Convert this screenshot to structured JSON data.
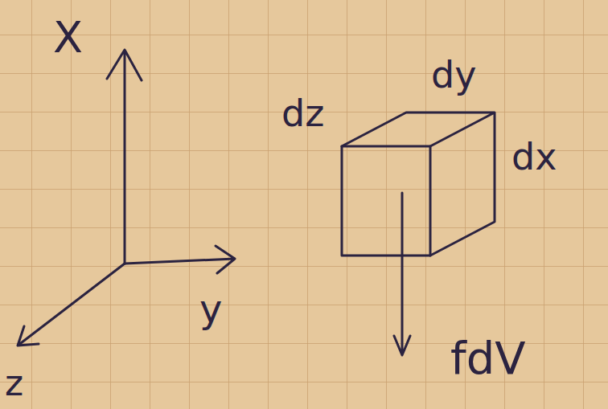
{
  "diagram": {
    "labels": [
      "X",
      "y",
      "z",
      "dz",
      "dy",
      "dx",
      "fdV"
    ]
  }
}
